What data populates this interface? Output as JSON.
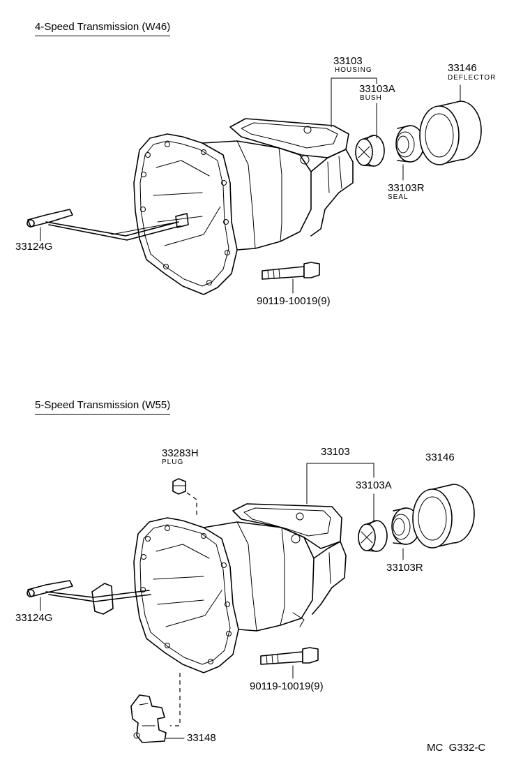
{
  "top": {
    "heading": "4-Speed Transmission (W46)",
    "parts": {
      "housing_no": "33103",
      "housing_name": "HOUSING",
      "bush_no": "33103A",
      "bush_name": "BUSH",
      "deflector_no": "33146",
      "deflector_name": "DEFLECTOR",
      "seal_no": "33103R",
      "seal_name": "SEAL",
      "rod_no": "33124G",
      "bolt_no": "90119-10019(9)"
    }
  },
  "bottom": {
    "heading": "5-Speed Transmission (W55)",
    "parts": {
      "plug_no": "33283H",
      "plug_name": "PLUG",
      "housing_no": "33103",
      "bush_no": "33103A",
      "deflector_no": "33146",
      "seal_no": "33103R",
      "rod_no": "33124G",
      "bolt_no": "90119-10019(9)",
      "bracket_no": "33148"
    }
  },
  "footer": {
    "code": "MC  G332-C"
  }
}
